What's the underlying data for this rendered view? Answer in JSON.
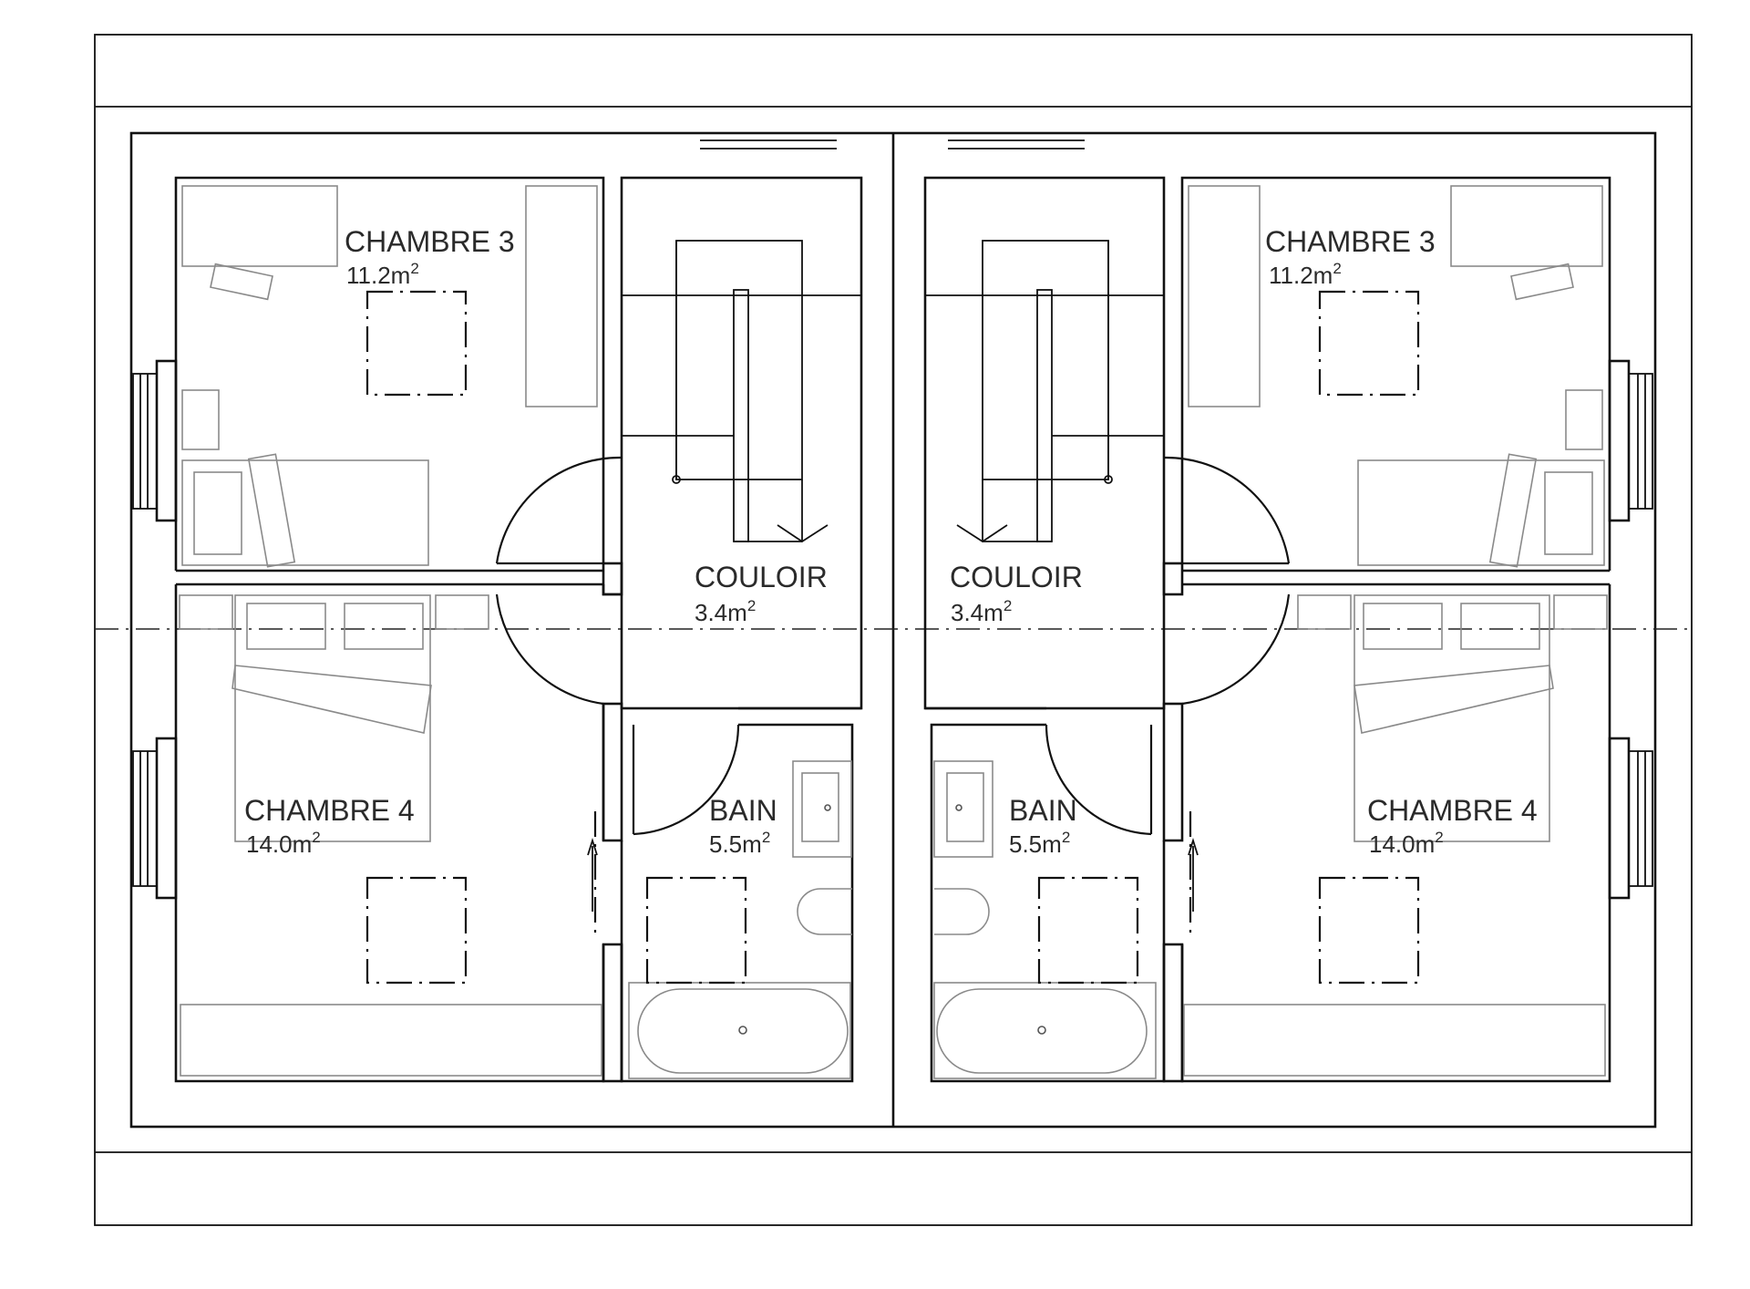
{
  "rooms": {
    "left": {
      "chambre3": {
        "name": "CHAMBRE 3",
        "area": "11.2m",
        "exp": "2"
      },
      "chambre4": {
        "name": "CHAMBRE 4",
        "area": "14.0m",
        "exp": "2"
      },
      "couloir": {
        "name": "COULOIR",
        "area": "3.4m",
        "exp": "2"
      },
      "bain": {
        "name": "BAIN",
        "area": "5.5m",
        "exp": "2"
      }
    },
    "right": {
      "chambre3": {
        "name": "CHAMBRE 3",
        "area": "11.2m",
        "exp": "2"
      },
      "chambre4": {
        "name": "CHAMBRE 4",
        "area": "14.0m",
        "exp": "2"
      },
      "couloir": {
        "name": "COULOIR",
        "area": "3.4m",
        "exp": "2"
      },
      "bain": {
        "name": "BAIN",
        "area": "5.5m",
        "exp": "2"
      }
    }
  },
  "colors": {
    "wall": "#111111",
    "furniture": "#8a8a8a",
    "text": "#2a2a2a"
  }
}
